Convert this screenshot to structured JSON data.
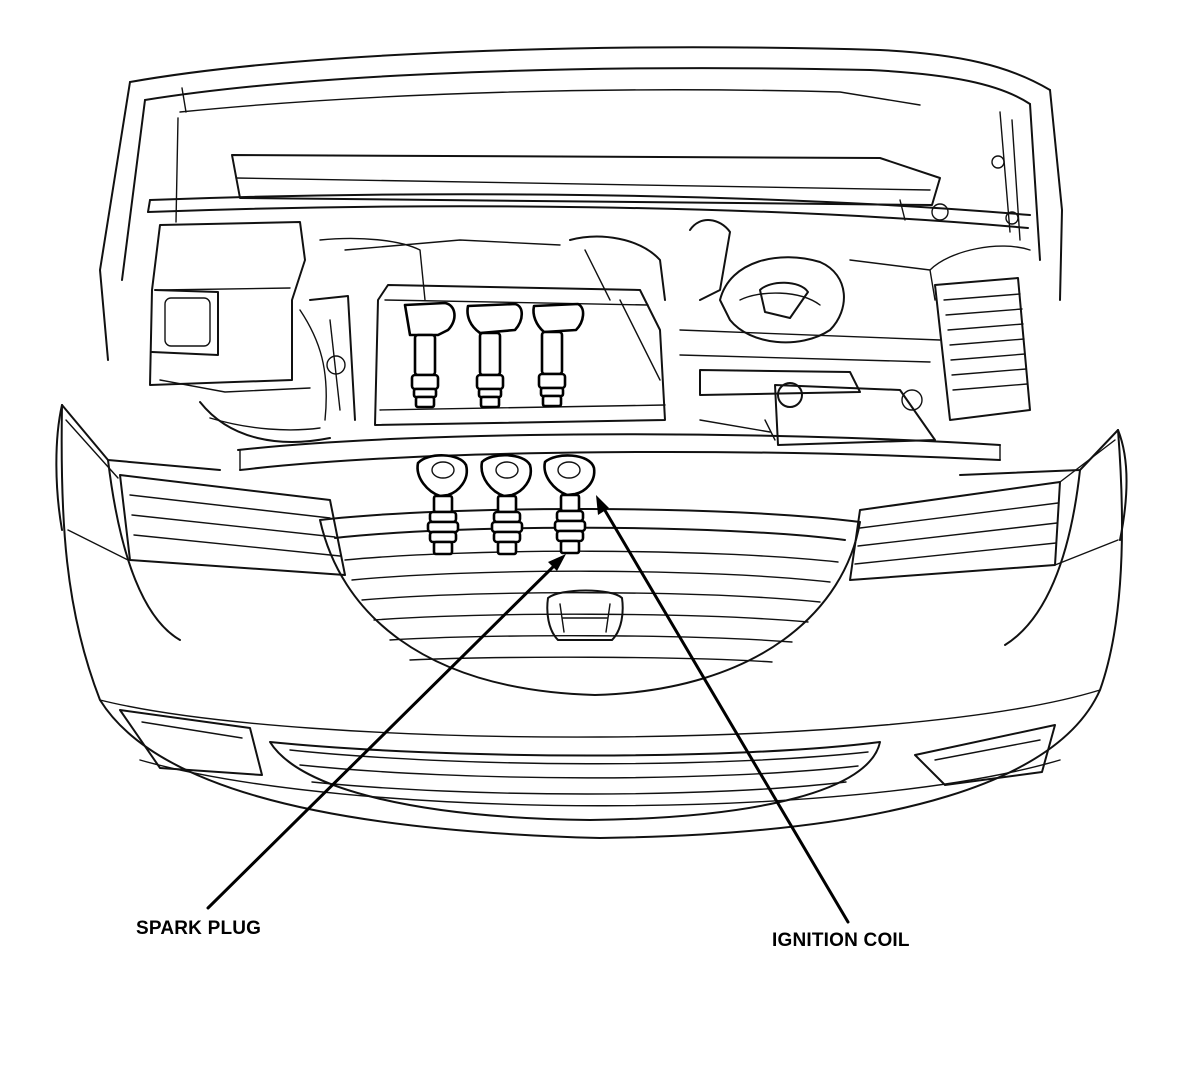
{
  "labels": {
    "spark_plug": "SPARK PLUG",
    "ignition_coil": "IGNITION COIL"
  },
  "colors": {
    "line": "#111111",
    "background": "#ffffff"
  },
  "emblem": {
    "name": "honda-h-emblem"
  }
}
